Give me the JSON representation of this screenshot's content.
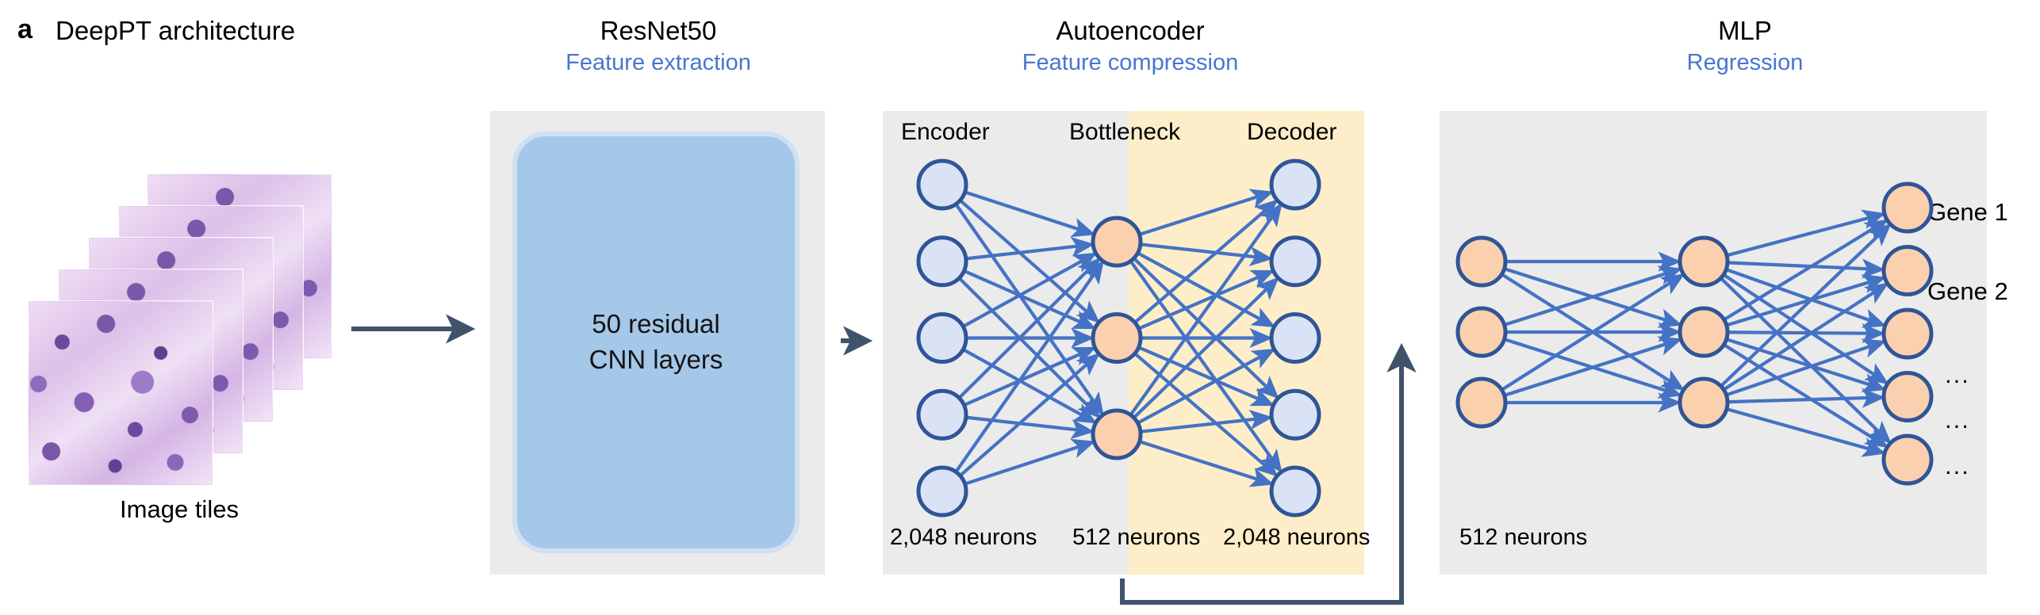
{
  "figure": {
    "panel_letter": "a",
    "panel_title": "DeepPT architecture"
  },
  "stages": [
    {
      "name": "resnet50",
      "title": "ResNet50",
      "subtitle": "Feature extraction"
    },
    {
      "name": "autoencoder",
      "title": "Autoencoder",
      "subtitle": "Feature compression"
    },
    {
      "name": "mlp",
      "title": "MLP",
      "subtitle": "Regression"
    }
  ],
  "input": {
    "caption": "Image tiles",
    "tile_count": 5
  },
  "resnet": {
    "box_line1": "50 residual",
    "box_line2": "CNN layers",
    "box_text": "50 residual\nCNN layers"
  },
  "autoencoder": {
    "column_labels": [
      "Encoder",
      "Bottleneck",
      "Decoder"
    ],
    "bottom_labels": [
      "2,048 neurons",
      "512 neurons",
      "2,048 neurons"
    ],
    "layers": [
      {
        "label": "Encoder",
        "neurons": 5,
        "color": "blue"
      },
      {
        "label": "Bottleneck",
        "neurons": 3,
        "color": "orange"
      },
      {
        "label": "Decoder",
        "neurons": 5,
        "color": "blue"
      }
    ]
  },
  "mlp": {
    "bottom_label": "512 neurons",
    "layers": [
      {
        "neurons": 3,
        "color": "orange"
      },
      {
        "neurons": 3,
        "color": "orange"
      },
      {
        "neurons": 5,
        "color": "orange"
      }
    ],
    "output_labels": [
      "Gene 1",
      "Gene 2",
      "...",
      "...",
      "..."
    ]
  },
  "colors": {
    "accent_blue": "#4876cf",
    "edge_blue": "#4472c4",
    "neuron_stroke": "#2f5597",
    "neuron_blue_fill": "#d9e3f5",
    "neuron_orange_fill": "#fbd0ae",
    "panel_gray": "#ebebeb",
    "panel_yellow": "#fdeec9",
    "resnet_box": "#a5c7e8",
    "flow_arrow": "#40536b",
    "background": "#ffffff"
  }
}
